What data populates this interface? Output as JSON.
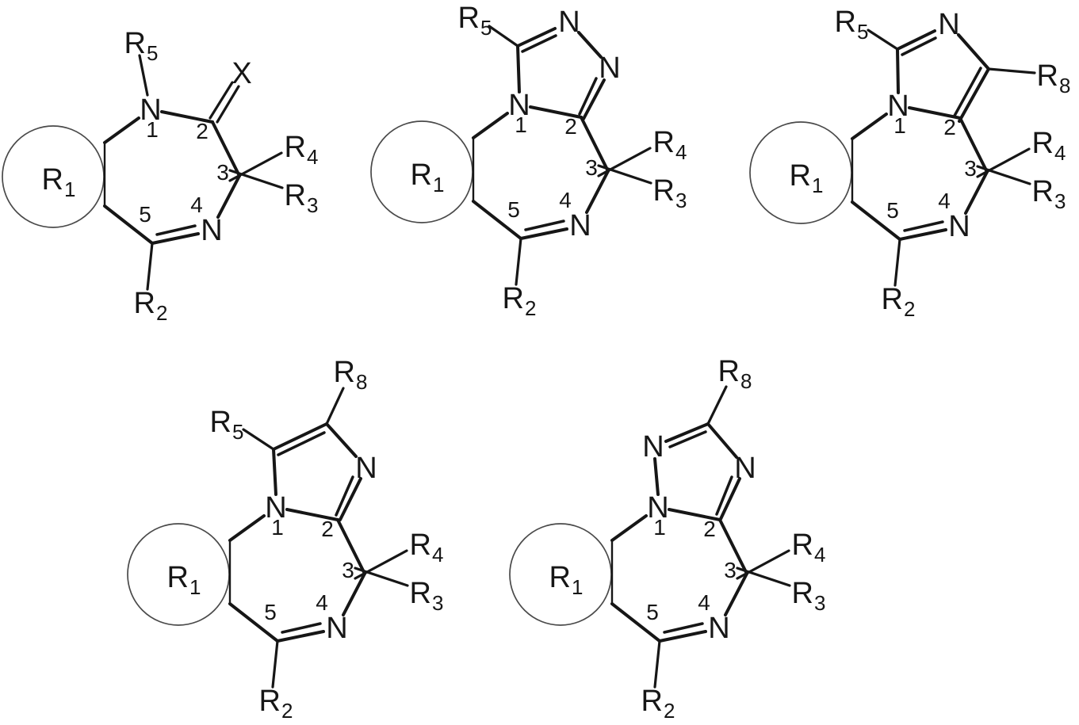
{
  "figure": {
    "background": "#ffffff",
    "ink": "#161616",
    "ring_circle_color": "#4a4a4a",
    "structure_count": 5
  },
  "glyphs": {
    "r1": {
      "main": "R",
      "sub": "1"
    },
    "r2": {
      "main": "R",
      "sub": "2"
    },
    "r3": {
      "main": "R",
      "sub": "3"
    },
    "r4": {
      "main": "R",
      "sub": "4"
    },
    "r5": {
      "main": "R",
      "sub": "5"
    },
    "r8": {
      "main": "R",
      "sub": "8"
    },
    "x": "X",
    "n": "N",
    "num1": "1",
    "num2": "2",
    "num3": "3",
    "num4": "4",
    "num5": "5"
  },
  "structures": [
    {
      "id": "structure-1",
      "grid_position": "top-left",
      "substituent_labels": [
        "R1",
        "R5",
        "X",
        "R4",
        "R3",
        "R2"
      ],
      "atom_labels": [
        "N",
        "N"
      ],
      "position_numbers": [
        "1",
        "2",
        "3",
        "4",
        "5"
      ]
    },
    {
      "id": "structure-2",
      "grid_position": "top-center",
      "substituent_labels": [
        "R1",
        "R5",
        "R4",
        "R3",
        "R2"
      ],
      "atom_labels": [
        "N",
        "N",
        "N",
        "N"
      ],
      "position_numbers": [
        "1",
        "2",
        "3",
        "4",
        "5"
      ]
    },
    {
      "id": "structure-3",
      "grid_position": "top-right",
      "substituent_labels": [
        "R1",
        "R5",
        "R8",
        "R4",
        "R3",
        "R2"
      ],
      "atom_labels": [
        "N",
        "N",
        "N"
      ],
      "position_numbers": [
        "1",
        "2",
        "3",
        "4",
        "5"
      ]
    },
    {
      "id": "structure-4",
      "grid_position": "bottom-left",
      "substituent_labels": [
        "R1",
        "R5",
        "R8",
        "R4",
        "R3",
        "R2"
      ],
      "atom_labels": [
        "N",
        "N",
        "N"
      ],
      "position_numbers": [
        "1",
        "2",
        "3",
        "4",
        "5"
      ]
    },
    {
      "id": "structure-5",
      "grid_position": "bottom-right",
      "substituent_labels": [
        "R1",
        "R8",
        "R4",
        "R3",
        "R2"
      ],
      "atom_labels": [
        "N",
        "N",
        "N",
        "N"
      ],
      "position_numbers": [
        "1",
        "2",
        "3",
        "4",
        "5"
      ]
    }
  ]
}
